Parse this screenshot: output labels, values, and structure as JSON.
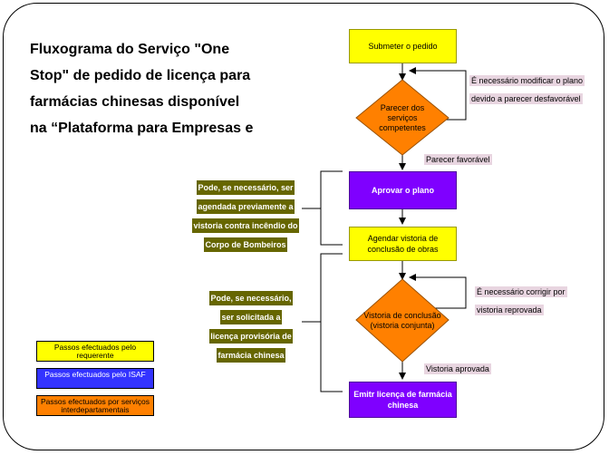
{
  "title": {
    "lines": [
      "Fluxograma do Serviço \"One",
      "Stop\" de pedido de licença para",
      "farmácias chinesas disponível",
      "na “Plataforma para Empresas e"
    ]
  },
  "nodes": {
    "submit": "Submeter o pedido",
    "review": "Parecer dos serviços competentes",
    "approve": "Aprovar o plano",
    "schedule": "Agendar vistoria de conclusão de obras",
    "inspection": "Vistoria de conclusão (vistoria conjunta)",
    "issue": "Emitr licença de farmácia chinesa"
  },
  "notes": {
    "modify_line1": "É necessário modificar o plano",
    "modify_line2": "devido a parecer desfavorável",
    "favorable": "Parecer favorável",
    "correct_line1": "É necessário corrigir por",
    "correct_line2": "vistoria reprovada",
    "approved": "Vistoria aprovada"
  },
  "side_notes": {
    "fire": "Pode, se necessário, ser agendada previamente a vistoria contra incêndio do Corpo de Bombeiros",
    "provisional": "Pode, se necessário, ser solicitada a licença provisória de farmácia chinesa"
  },
  "legend": {
    "applicant": "Passos efectuados pelo requerente",
    "isaf": "Passos efectuados pelo ISAF",
    "interdept": "Passos efectuados por serviços interdepartamentais"
  },
  "colors": {
    "applicant": "#ffff00",
    "isaf": "#3333ff",
    "interdept": "#ff8000",
    "plan_steps": "#7f00ff",
    "side_note_bg": "#666600",
    "condition_bg": "#e8d5e0"
  }
}
